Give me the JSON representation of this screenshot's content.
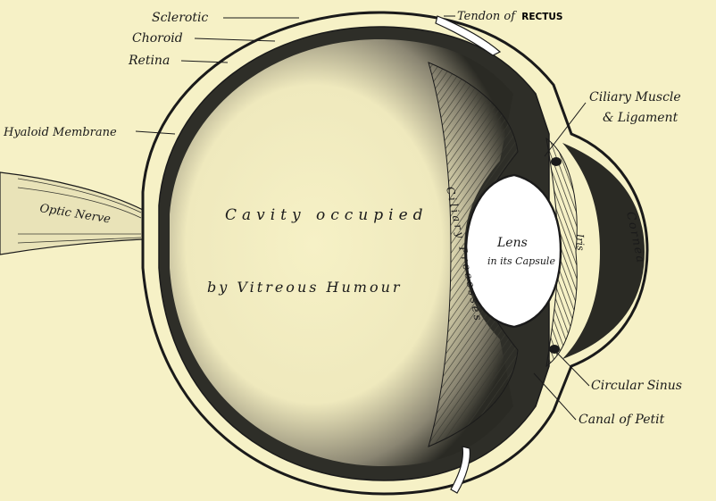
{
  "labels": {
    "sclerotic": "Sclerotic",
    "choroid": "Choroid",
    "retina": "Retina",
    "tendon_prefix": "Tendon of",
    "tendon_muscle": "RECTUS",
    "hyaloid": "Hyaloid Membrane",
    "optic_nerve": "Optic Nerve",
    "ciliary_muscle": "Ciliary Muscle",
    "ciliary_ligament": "& Ligament",
    "cavity_line1": "Cavity occupied",
    "cavity_line2": "by Vitreous Humour",
    "ciliary_processes": "Ciliary Processes",
    "lens": "Lens",
    "lens_sub": "in its Capsule",
    "cornea": "Cornea",
    "iris": "Iris",
    "circular_sinus": "Circular Sinus",
    "canal_of_petit": "Canal of Petit"
  },
  "colors": {
    "paper": "#f6f1c6",
    "ink": "#1a1a1a",
    "shade": "#3a3a32"
  }
}
